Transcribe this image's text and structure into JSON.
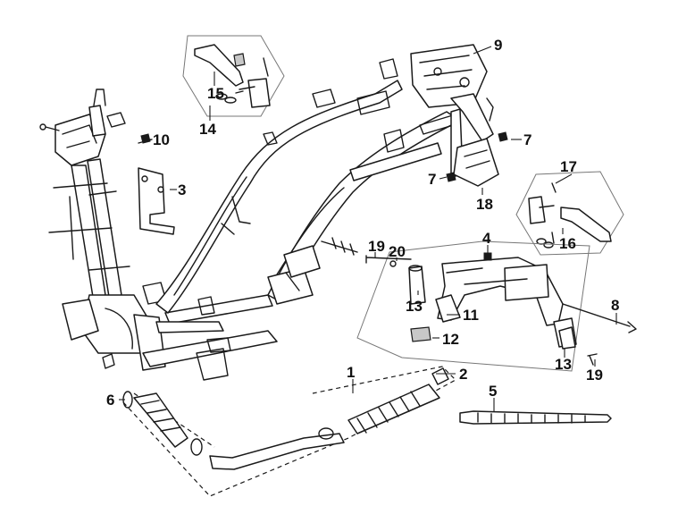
{
  "callouts": [
    {
      "id": "c1",
      "label": "1"
    },
    {
      "id": "c2",
      "label": "2"
    },
    {
      "id": "c3",
      "label": "3"
    },
    {
      "id": "c4",
      "label": "4"
    },
    {
      "id": "c5",
      "label": "5"
    },
    {
      "id": "c6",
      "label": "6"
    },
    {
      "id": "c7a",
      "label": "7"
    },
    {
      "id": "c7b",
      "label": "7"
    },
    {
      "id": "c8",
      "label": "8"
    },
    {
      "id": "c9",
      "label": "9"
    },
    {
      "id": "c10",
      "label": "10"
    },
    {
      "id": "c11",
      "label": "11"
    },
    {
      "id": "c12",
      "label": "12"
    },
    {
      "id": "c13a",
      "label": "13"
    },
    {
      "id": "c13b",
      "label": "13"
    },
    {
      "id": "c14",
      "label": "14"
    },
    {
      "id": "c15",
      "label": "15"
    },
    {
      "id": "c16",
      "label": "16"
    },
    {
      "id": "c17",
      "label": "17"
    },
    {
      "id": "c18",
      "label": "18"
    },
    {
      "id": "c19a",
      "label": "19"
    },
    {
      "id": "c19b",
      "label": "19"
    },
    {
      "id": "c20",
      "label": "20"
    }
  ]
}
